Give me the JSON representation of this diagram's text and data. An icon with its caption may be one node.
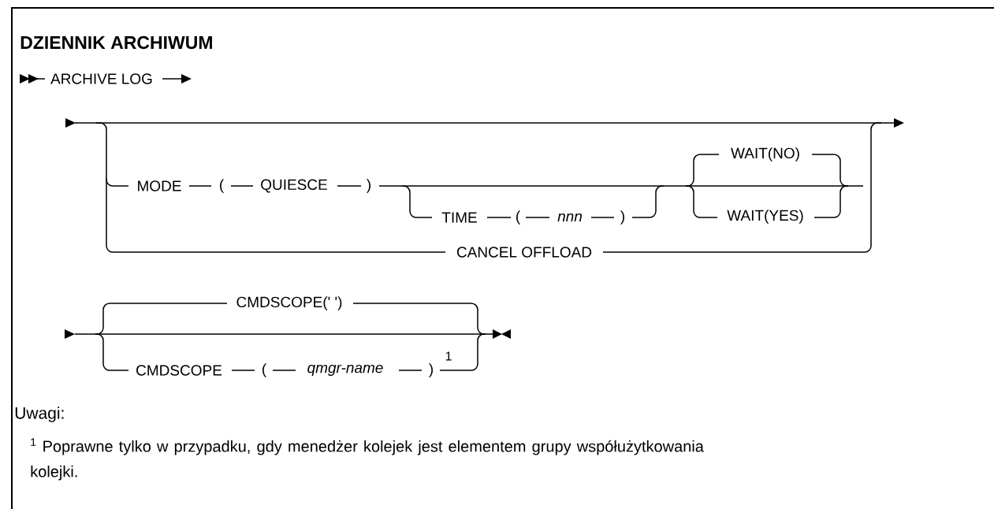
{
  "diagram": {
    "title": "DZIENNIK ARCHIWUM",
    "labels": [
      "ARCHIVE LOG",
      "WAIT(NO)",
      "MODE",
      "(",
      "QUIESCE",
      ")",
      "TIME",
      "(",
      "nnn",
      ")",
      "WAIT(YES)",
      "CANCEL OFFLOAD",
      "CMDSCOPE(' ')",
      "CMDSCOPE",
      "(",
      "qmgr-name",
      ")",
      "1",
      "Uwagi:",
      "$^{1}$ Poprawne tylko w przypadku, gdy menedżer kolejek jest elementem grupy współużytkowania kolejki."
    ]
  }
}
